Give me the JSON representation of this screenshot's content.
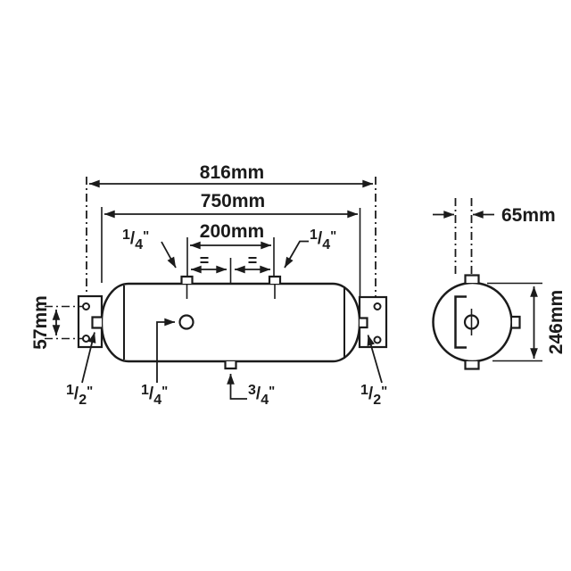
{
  "dims": {
    "overall_length": "816mm",
    "shell_length": "750mm",
    "port_spacing": "200mm",
    "bracket_holes": "57mm",
    "end_offset": "65mm",
    "diameter": "246mm"
  },
  "equals": {
    "left": "=",
    "right": "="
  },
  "ports": {
    "top_left": {
      "num": "1",
      "slash": "/",
      "den": "4",
      "unit": "\""
    },
    "top_right": {
      "num": "1",
      "slash": "/",
      "den": "4",
      "unit": "\""
    },
    "side_left": {
      "num": "1",
      "slash": "/",
      "den": "2",
      "unit": "\""
    },
    "face": {
      "num": "1",
      "slash": "/",
      "den": "4",
      "unit": "\""
    },
    "bottom": {
      "num": "3",
      "slash": "/",
      "den": "4",
      "unit": "\""
    },
    "side_right": {
      "num": "1",
      "slash": "/",
      "den": "2",
      "unit": "\""
    }
  },
  "colors": {
    "ink": "#1b1b1b",
    "background": "#ffffff"
  }
}
